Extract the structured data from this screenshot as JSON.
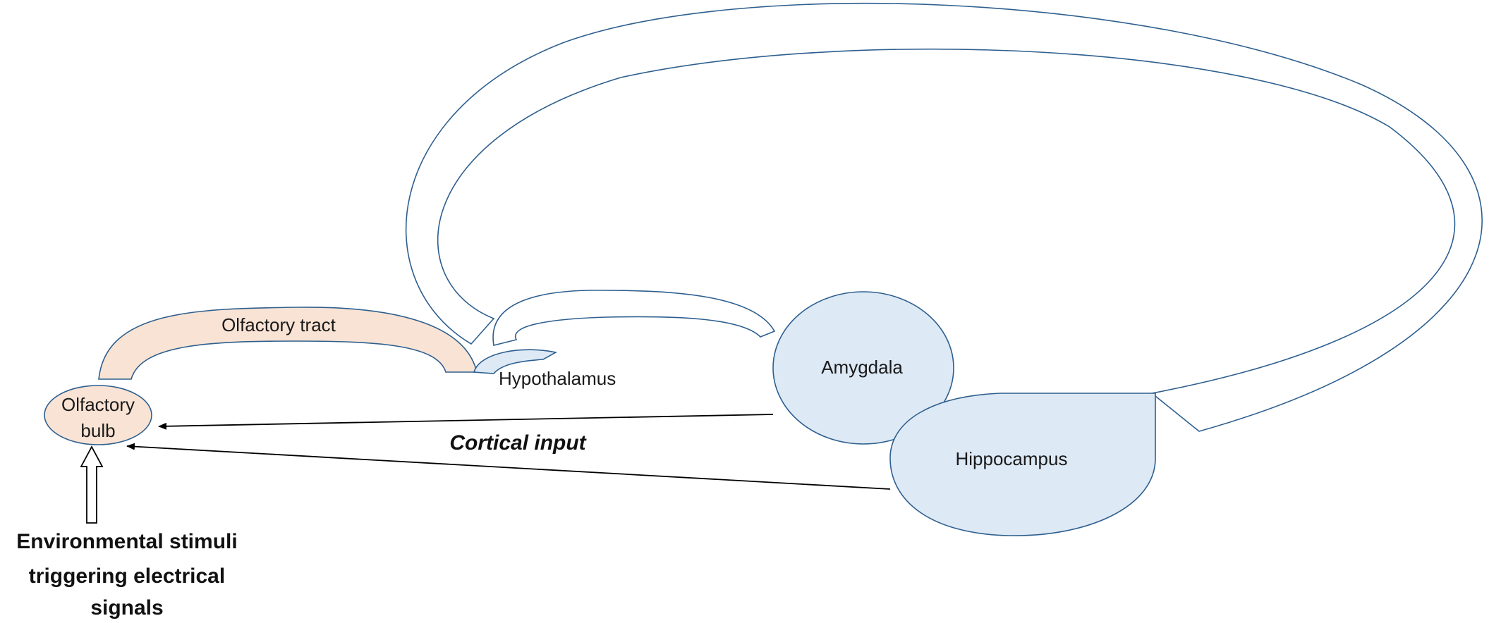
{
  "colors": {
    "outline": "#2e5f8f",
    "blue_fill": "#dde9f5",
    "peach_fill": "#f9e3d4",
    "arrow": "#000000"
  },
  "labels": {
    "olfactory_bulb_line1": "Olfactory",
    "olfactory_bulb_line2": "bulb",
    "olfactory_tract": "Olfactory tract",
    "hypothalamus": "Hypothalamus",
    "amygdala": "Amygdala",
    "hippocampus": "Hippocampus",
    "cortical_input": "Cortical input",
    "stimuli_line1": "Environmental stimuli",
    "stimuli_line2": "triggering electrical",
    "stimuli_line3": "signals"
  }
}
